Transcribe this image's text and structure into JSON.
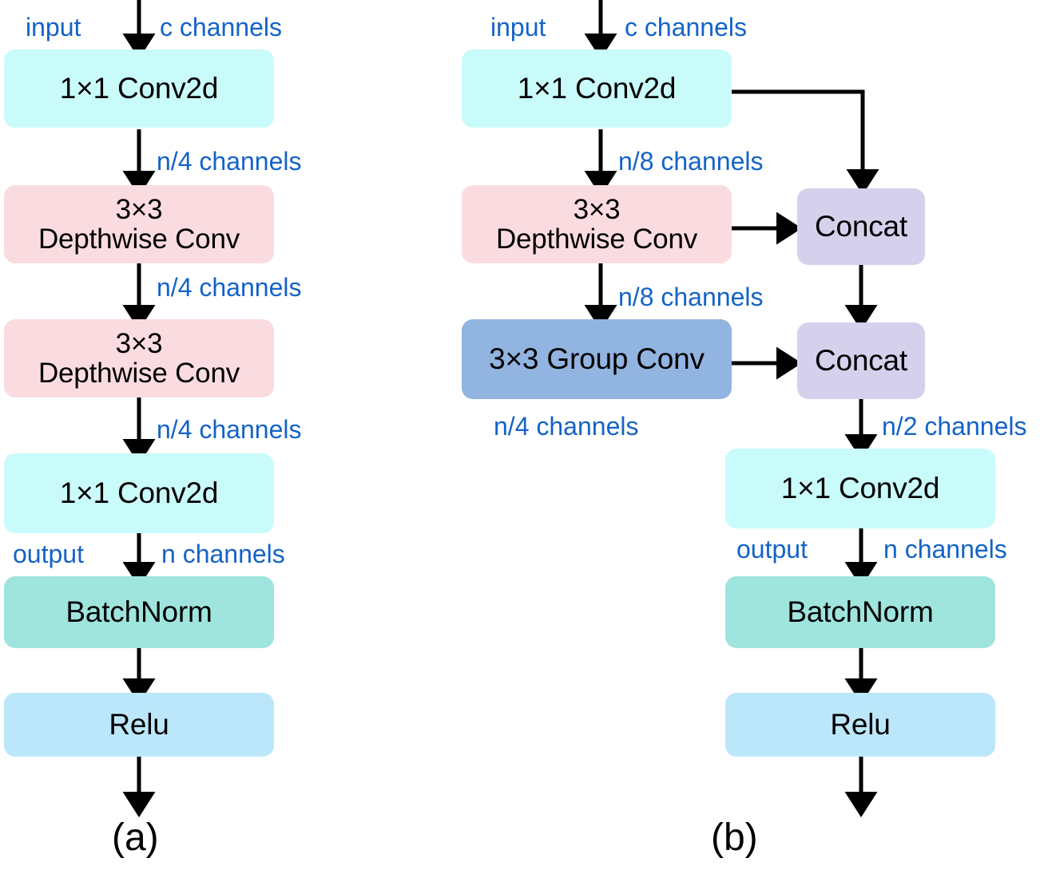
{
  "figure": {
    "panels": [
      {
        "id": "a",
        "caption": "(a)",
        "blocks": [
          {
            "name": "conv1x1-top",
            "label": "1×1 Conv2d",
            "color": "#CAFBFB"
          },
          {
            "name": "depthwise-conv-1",
            "label": "3×3\nDepthwise Conv",
            "color": "#FADCE0"
          },
          {
            "name": "depthwise-conv-2",
            "label": "3×3\nDepthwise Conv",
            "color": "#FADCE0"
          },
          {
            "name": "conv1x1-bottom",
            "label": "1×1 Conv2d",
            "color": "#CAFBFB"
          },
          {
            "name": "batchnorm",
            "label": "BatchNorm",
            "color": "#9FE5DE"
          },
          {
            "name": "relu",
            "label": "Relu",
            "color": "#BCE7FB"
          }
        ],
        "edge_labels": [
          {
            "name": "input-label",
            "text": "input"
          },
          {
            "name": "c-channels-label",
            "text": "c  channels"
          },
          {
            "name": "n4-channels-1",
            "text": "n/4 channels"
          },
          {
            "name": "n4-channels-2",
            "text": "n/4 channels"
          },
          {
            "name": "n4-channels-3",
            "text": "n/4 channels"
          },
          {
            "name": "output-label",
            "text": "output"
          },
          {
            "name": "n-channels-label",
            "text": "n channels"
          }
        ]
      },
      {
        "id": "b",
        "caption": "(b)",
        "blocks": [
          {
            "name": "conv1x1-top",
            "label": "1×1 Conv2d",
            "color": "#CAFBFB"
          },
          {
            "name": "depthwise-conv",
            "label": "3×3\nDepthwise Conv",
            "color": "#FADCE0"
          },
          {
            "name": "group-conv",
            "label": "3×3 Group Conv",
            "color": "#92B4E0"
          },
          {
            "name": "concat-1",
            "label": "Concat",
            "color": "#D5D0EC"
          },
          {
            "name": "concat-2",
            "label": "Concat",
            "color": "#D5D0EC"
          },
          {
            "name": "conv1x1-bottom",
            "label": "1×1 Conv2d",
            "color": "#CAFBFB"
          },
          {
            "name": "batchnorm",
            "label": "BatchNorm",
            "color": "#9FE5DE"
          },
          {
            "name": "relu",
            "label": "Relu",
            "color": "#BCE7FB"
          }
        ],
        "edge_labels": [
          {
            "name": "input-label",
            "text": "input"
          },
          {
            "name": "c-channels-label",
            "text": "c  channels"
          },
          {
            "name": "n8-channels-1",
            "text": "n/8 channels"
          },
          {
            "name": "n8-channels-2",
            "text": "n/8 channels"
          },
          {
            "name": "n4-channels-label",
            "text": "n/4 channels"
          },
          {
            "name": "n2-channels-label",
            "text": "n/2 channels"
          },
          {
            "name": "output-label",
            "text": "output"
          },
          {
            "name": "n-channels-label",
            "text": "n channels"
          }
        ]
      }
    ],
    "colors": {
      "arrow": "#000000",
      "edge_label": "#1463C8",
      "background": "#FFFFFF",
      "block_text": "#000000"
    }
  }
}
